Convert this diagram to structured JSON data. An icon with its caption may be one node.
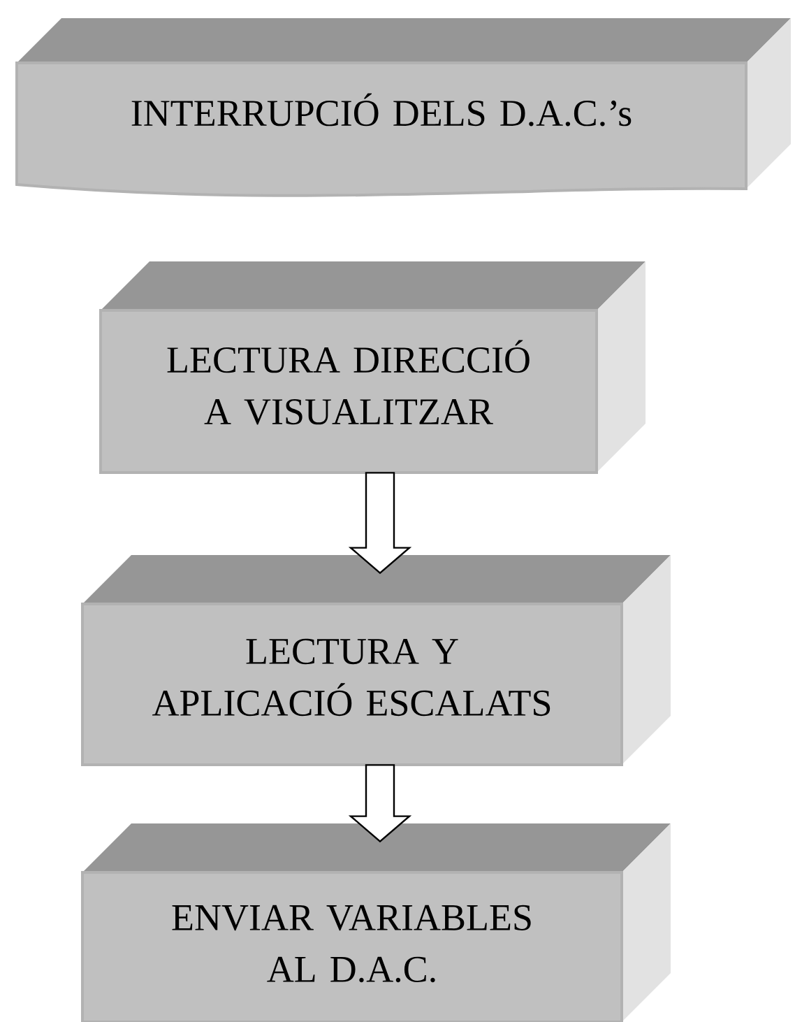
{
  "diagram": {
    "nodes": [
      {
        "text": [
          "INTERRUPCIÓ DELS D.A.C.’s"
        ]
      },
      {
        "text": [
          "LECTURA DIRECCIÓ A VISUALITZAR"
        ]
      },
      {
        "text": [
          "LECTURA Y APLICACIÓ ESCALATS"
        ]
      },
      {
        "text": [
          "ENVIAR VARIABLES AL D.A.C."
        ]
      }
    ],
    "edges": [
      {
        "from": 1,
        "to": 2,
        "arrow": "to"
      },
      {
        "from": 2,
        "to": 3,
        "arrow": "to"
      }
    ]
  }
}
